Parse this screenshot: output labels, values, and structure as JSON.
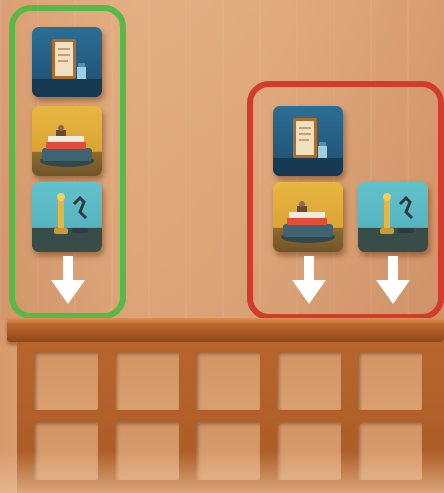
{
  "scene": {
    "colors": {
      "wall": "#dfa678",
      "green_group": "#58b944",
      "red_group": "#d23c2c",
      "shelf": "#b5612a",
      "card_blue": "#2b6f95",
      "card_yellow": "#e9b641",
      "card_cyan": "#62c2cc",
      "arrow": "#ffffff"
    },
    "groups": [
      {
        "name": "green-group",
        "cards": [
          "framed-picture-card",
          "books-on-stand-card",
          "candle-trophy-card"
        ],
        "arrows": 1
      },
      {
        "name": "red-group",
        "cards": [
          "framed-picture-card",
          "books-on-stand-card",
          "candle-trophy-card"
        ],
        "arrows": 2
      }
    ],
    "shelf": {
      "panes": 10
    }
  }
}
